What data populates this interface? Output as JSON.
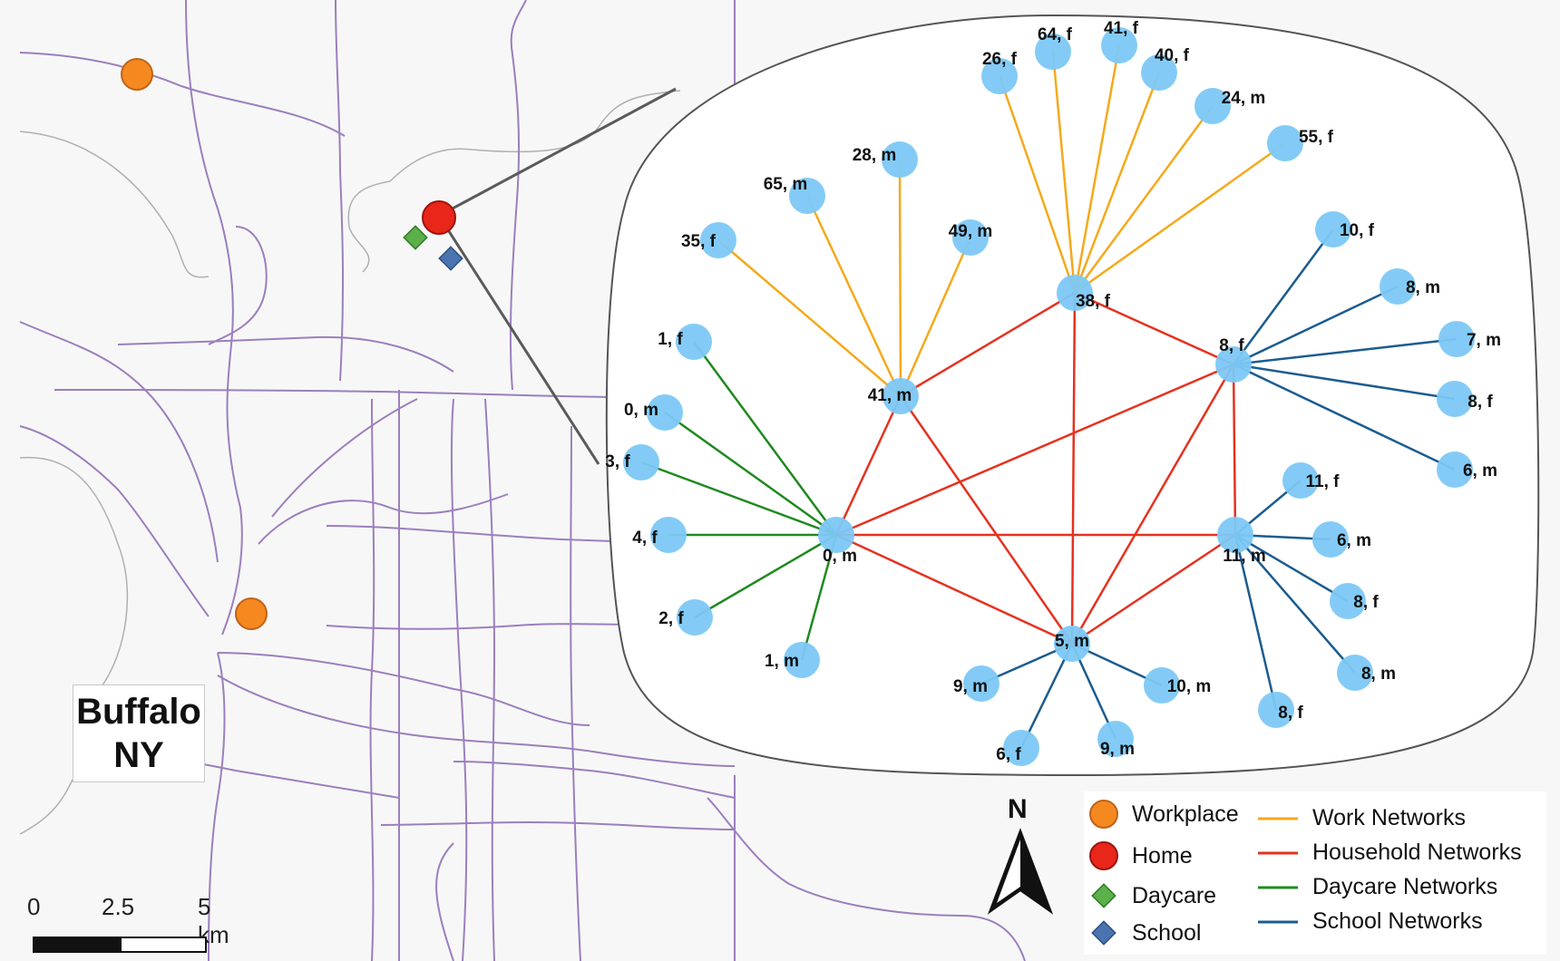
{
  "map": {
    "city": [
      "Buffalo",
      "NY"
    ],
    "scale": {
      "ticks": [
        "0",
        "2.5",
        "5 km"
      ]
    },
    "north": "N"
  },
  "legend": {
    "places": [
      {
        "label": "Workplace",
        "shape": "circle",
        "color": "#f5891f"
      },
      {
        "label": "Home",
        "shape": "circle",
        "color": "#e8261a"
      },
      {
        "label": "Daycare",
        "shape": "diamond",
        "color": "#5bb04a"
      },
      {
        "label": "School",
        "shape": "diamond",
        "color": "#4a74b0"
      }
    ],
    "networks": [
      {
        "label": "Work Networks",
        "color": "#f5a91b"
      },
      {
        "label": "Household Networks",
        "color": "#e5321f"
      },
      {
        "label": "Daycare Networks",
        "color": "#1f8a1f"
      },
      {
        "label": "School Networks",
        "color": "#1b5c8f"
      }
    ]
  },
  "network": {
    "node_color": "#7cc8f5",
    "hubs": {
      "h38": "38, f",
      "h41": "41, m",
      "h8": "8, f",
      "h0": "0, m",
      "h11": "11, m",
      "h5": "5, m"
    },
    "household_edges": [
      [
        "h38",
        "h41"
      ],
      [
        "h38",
        "h8"
      ],
      [
        "h38",
        "h5"
      ],
      [
        "h41",
        "h0"
      ],
      [
        "h41",
        "h5"
      ],
      [
        "h8",
        "h0"
      ],
      [
        "h8",
        "h5"
      ],
      [
        "h8",
        "h11"
      ],
      [
        "h0",
        "h11"
      ],
      [
        "h0",
        "h5"
      ],
      [
        "h11",
        "h5"
      ]
    ],
    "work_38": [
      "26, f",
      "64, f",
      "41, f",
      "40, f",
      "24, m",
      "55, f"
    ],
    "work_41": [
      "28, m",
      "65, m",
      "35, f",
      "49, m"
    ],
    "daycare_0": [
      "1, f",
      "0, m",
      "3, f",
      "4, f",
      "2, f",
      "1, m"
    ],
    "school_8": [
      "10, f",
      "8, m",
      "7, m",
      "8, f",
      "6, m"
    ],
    "school_11": [
      "11, f",
      "6, m",
      "8, f",
      "8, m",
      "8, f"
    ],
    "school_5": [
      "9, m",
      "10, m",
      "6, f",
      "9, m"
    ]
  }
}
